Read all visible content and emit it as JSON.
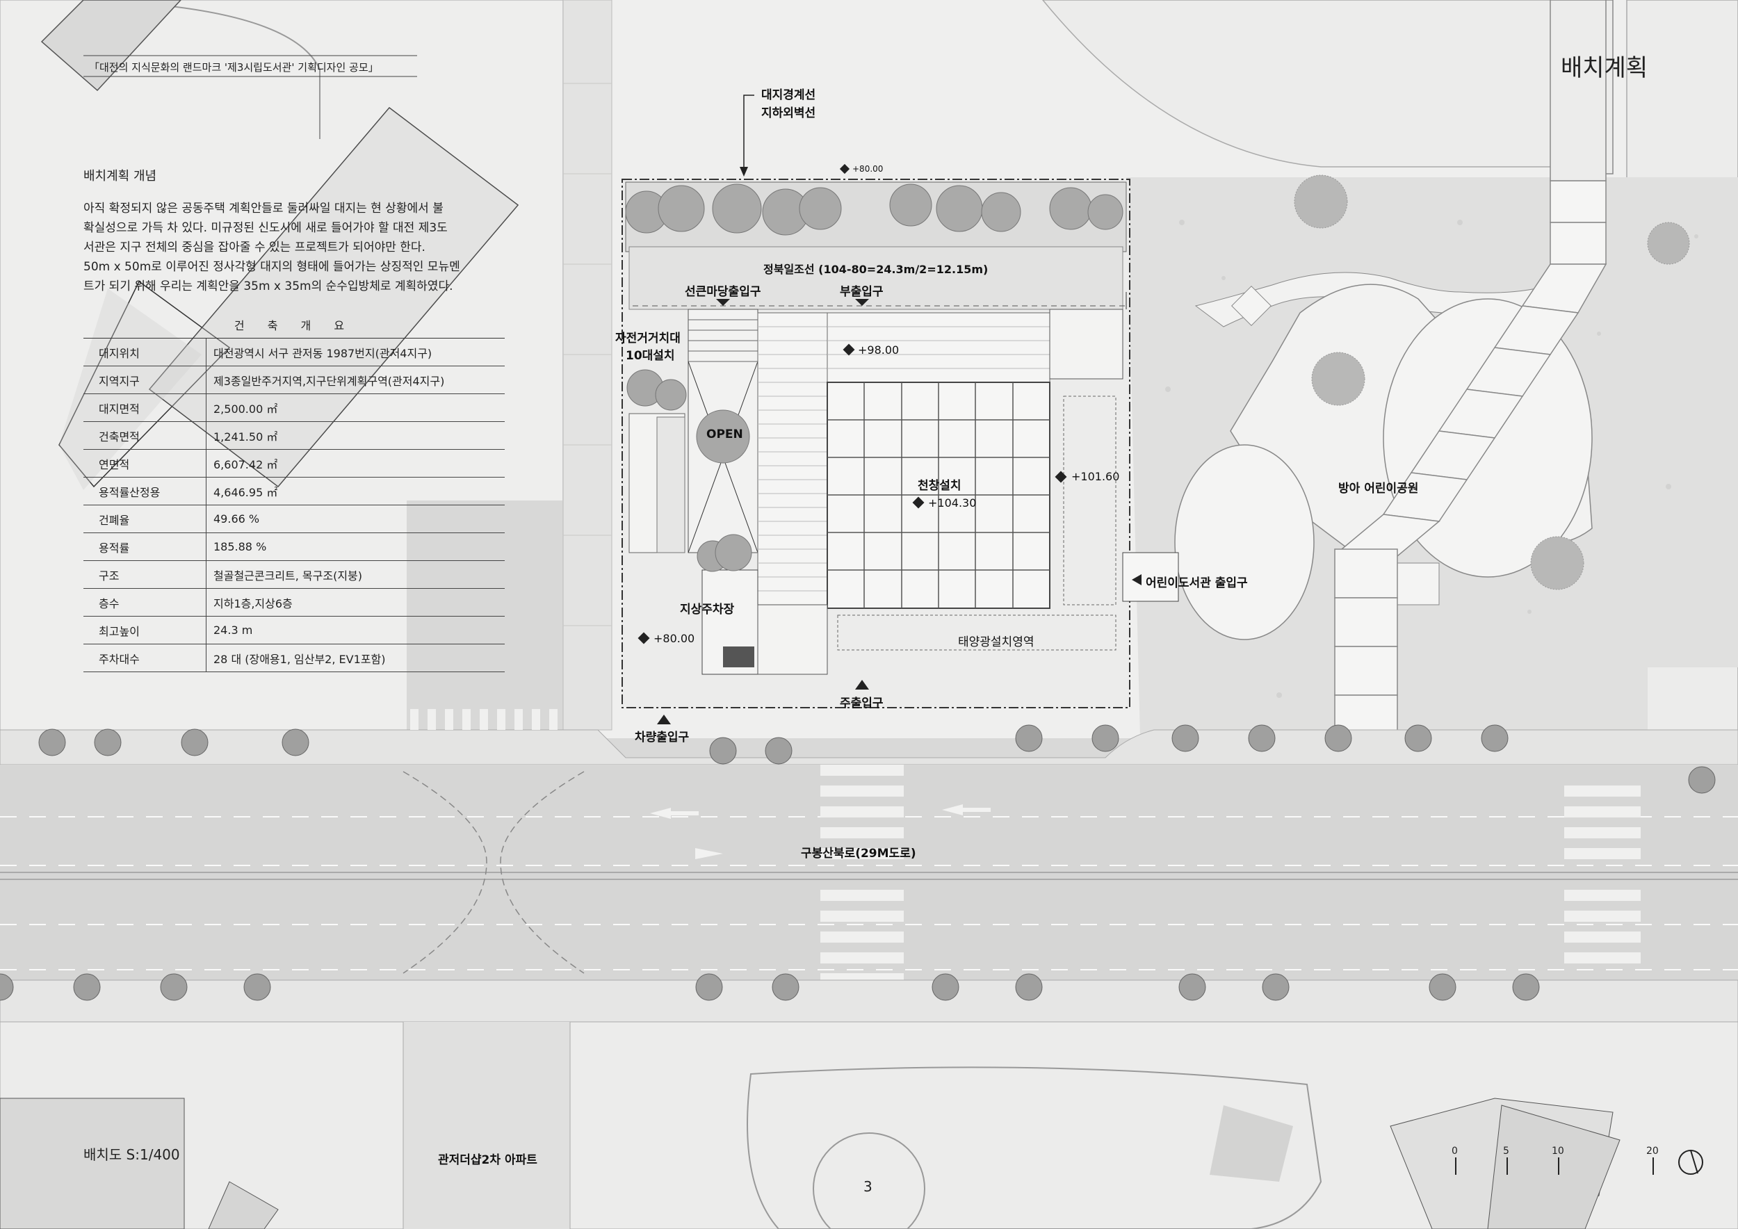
{
  "header": {
    "competition": "「대전의 지식문화의 랜드마크 '제3시립도서관' 기획디자인 공모」",
    "title": "배치계획"
  },
  "concept": {
    "title": "배치계획 개념",
    "lines": [
      "아직 확정되지 않은 공동주택 계획안들로 둘러싸일 대지는 현 상황에서 불",
      "확실성으로 가득 차 있다. 미규정된 신도시에 새로 들어가야 할 대전 제3도",
      "서관은 지구 전체의 중심을 잡아줄 수 있는 프로젝트가 되어야만 한다.",
      "50m x 50m로 이루어진 정사각형 대지의 형태에 들어가는 상징적인 모뉴멘",
      "트가 되기 위해 우리는 계획안을 35m x 35m의 순수입방체로 계획하였다."
    ]
  },
  "spec": {
    "title": "건 축 개 요",
    "rows": [
      {
        "k": "대지위치",
        "v": "대전광역시 서구 관저동 1987번지(관저4지구)"
      },
      {
        "k": "지역지구",
        "v": "제3종일반주거지역,지구단위계획구역(관저4지구)"
      },
      {
        "k": "대지면적",
        "v": "2,500.00 ㎡"
      },
      {
        "k": "건축면적",
        "v": "1,241.50 ㎡"
      },
      {
        "k": "연면적",
        "v": "6,607.42 ㎡"
      },
      {
        "k": "용적률산정용",
        "v": "4,646.95 ㎡"
      },
      {
        "k": "건폐율",
        "v": "49.66 %"
      },
      {
        "k": "용적률",
        "v": "185.88 %"
      },
      {
        "k": "구조",
        "v": "철골철근콘크리트, 목구조(지붕)"
      },
      {
        "k": "층수",
        "v": "지하1층,지상6층"
      },
      {
        "k": "최고높이",
        "v": "24.3 m"
      },
      {
        "k": "주차대수",
        "v": "28 대 (장애용1, 임산부2, EV1포함)"
      }
    ]
  },
  "labels": {
    "boundary": "대지경계선",
    "underground": "지하외벽선",
    "setback": "정북일조선 (104-80=24.3m/2=12.15m)",
    "plaza_entry": "선큰마당출입구",
    "sub_entry": "부출입구",
    "bike": "자전거거치대",
    "bike2": "10대설치",
    "open": "OPEN",
    "skylight": "천창설치",
    "surface_parking": "지상주차장",
    "solar": "태양광설치영역",
    "main_entry": "주출입구",
    "car_entry": "차량출입구",
    "kids_entry": "어린이도서관 출입구",
    "park": "방아 어린이공원",
    "road": "구봉산북로(29M도로)",
    "apartment": "관저더샵2차 아파트",
    "scale_title": "배치도 S:1/400",
    "page": "3"
  },
  "levels": {
    "l80top": "+80.00",
    "l98": "+98.00",
    "l101": "+101.60",
    "l104": "+104.30",
    "l80": "+80.00"
  },
  "scale": {
    "t0": "0",
    "t5": "5",
    "t10": "10",
    "t20": "20"
  }
}
